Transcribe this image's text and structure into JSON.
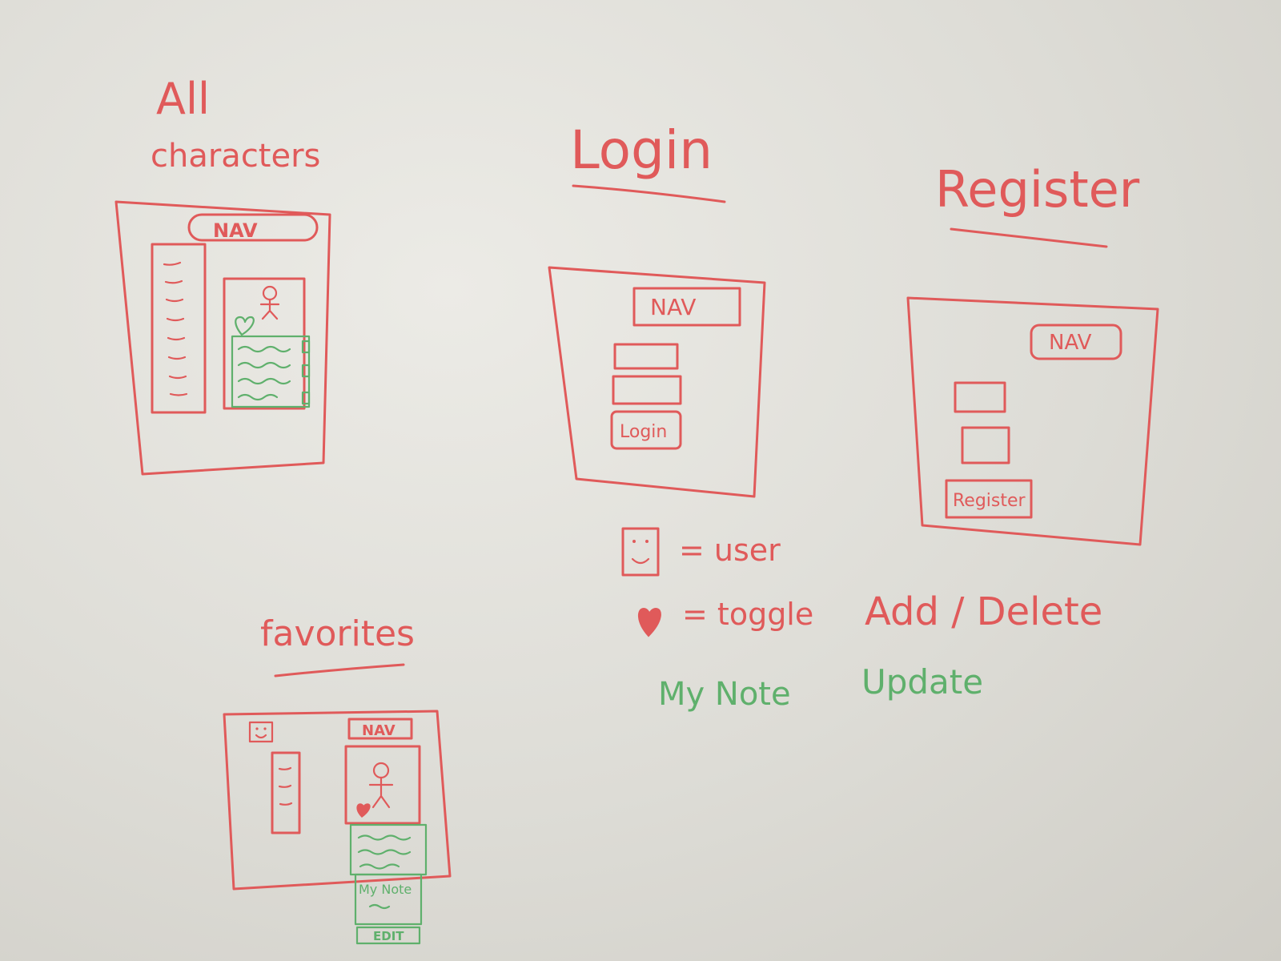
{
  "titles": {
    "all_characters_1": "All",
    "all_characters_2": "characters",
    "login": "Login",
    "register": "Register",
    "favorites": "favorites"
  },
  "labels": {
    "nav": "NAV",
    "login_button": "Login",
    "register_button": "Register",
    "my_note": "My Note",
    "edit": "EDIT"
  },
  "legend": {
    "user_eq": "= user",
    "toggle_eq": "= toggle",
    "add_delete": "Add / Delete",
    "update": "Update",
    "my_note": "My Note"
  },
  "colors": {
    "red_marker": "#e05a5a",
    "green_marker": "#5fb06c",
    "board": "#e4e3de"
  },
  "icons": [
    "stick-figure-icon",
    "heart-icon",
    "smiley-user-icon"
  ]
}
